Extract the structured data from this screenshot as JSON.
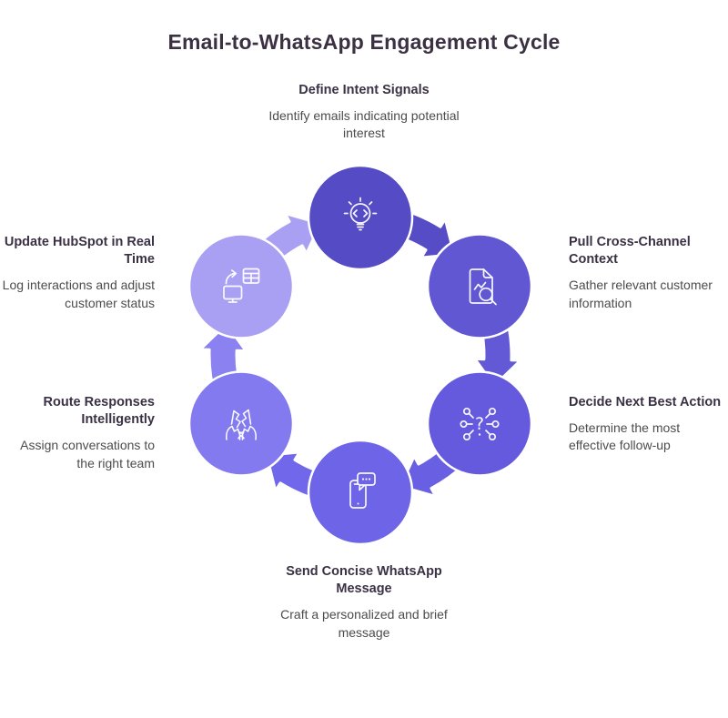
{
  "page": {
    "title": "Email-to-WhatsApp Engagement Cycle",
    "background_color": "#ffffff",
    "title_color": "#3b3143"
  },
  "text_styles": {
    "node_title_color": "#3a3145",
    "node_description_color": "#4c4c4c"
  },
  "icons": {
    "decision_question_glyph": "?"
  },
  "cycle": {
    "direction": "clockwise",
    "nodes": [
      {
        "id": "define-intent-signals",
        "position": "top",
        "title": "Define Intent Signals",
        "description": "Identify emails indicating potential interest",
        "circle_color": "#554bc4",
        "icon": "lightbulb-code-icon"
      },
      {
        "id": "pull-cross-channel-context",
        "position": "upper-right",
        "title": "Pull Cross-Channel Context",
        "description": "Gather relevant customer information",
        "circle_color": "#6157d3",
        "icon": "document-search-icon"
      },
      {
        "id": "decide-next-best-action",
        "position": "lower-right",
        "title": "Decide Next Best Action",
        "description": "Determine the most effective follow-up",
        "circle_color": "#655add",
        "icon": "decision-network-icon"
      },
      {
        "id": "send-concise-whatsapp-message",
        "position": "bottom",
        "title": "Send Concise WhatsApp Message",
        "description": "Craft a personalized and brief message",
        "circle_color": "#6e64e8",
        "icon": "phone-chat-icon"
      },
      {
        "id": "route-responses-intelligently",
        "position": "lower-left",
        "title": "Route Responses Intelligently",
        "description": "Assign conversations to the right team",
        "circle_color": "#847af0",
        "icon": "hands-torn-paper-icon"
      },
      {
        "id": "update-hubspot-in-real-time",
        "position": "upper-left",
        "title": "Update HubSpot in Real Time",
        "description": "Log interactions and adjust customer status",
        "circle_color": "#a9a0f3",
        "icon": "sync-monitor-table-icon"
      }
    ],
    "arrows": [
      {
        "from": "define-intent-signals",
        "to": "pull-cross-channel-context",
        "color": "#564cc5"
      },
      {
        "from": "pull-cross-channel-context",
        "to": "decide-next-best-action",
        "color": "#6358d6"
      },
      {
        "from": "decide-next-best-action",
        "to": "send-concise-whatsapp-message",
        "color": "#695fe2"
      },
      {
        "from": "send-concise-whatsapp-message",
        "to": "route-responses-intelligently",
        "color": "#7167ea"
      },
      {
        "from": "route-responses-intelligently",
        "to": "update-hubspot-in-real-time",
        "color": "#8b81f1"
      },
      {
        "from": "update-hubspot-in-real-time",
        "to": "define-intent-signals",
        "color": "#a9a0f3"
      }
    ]
  }
}
